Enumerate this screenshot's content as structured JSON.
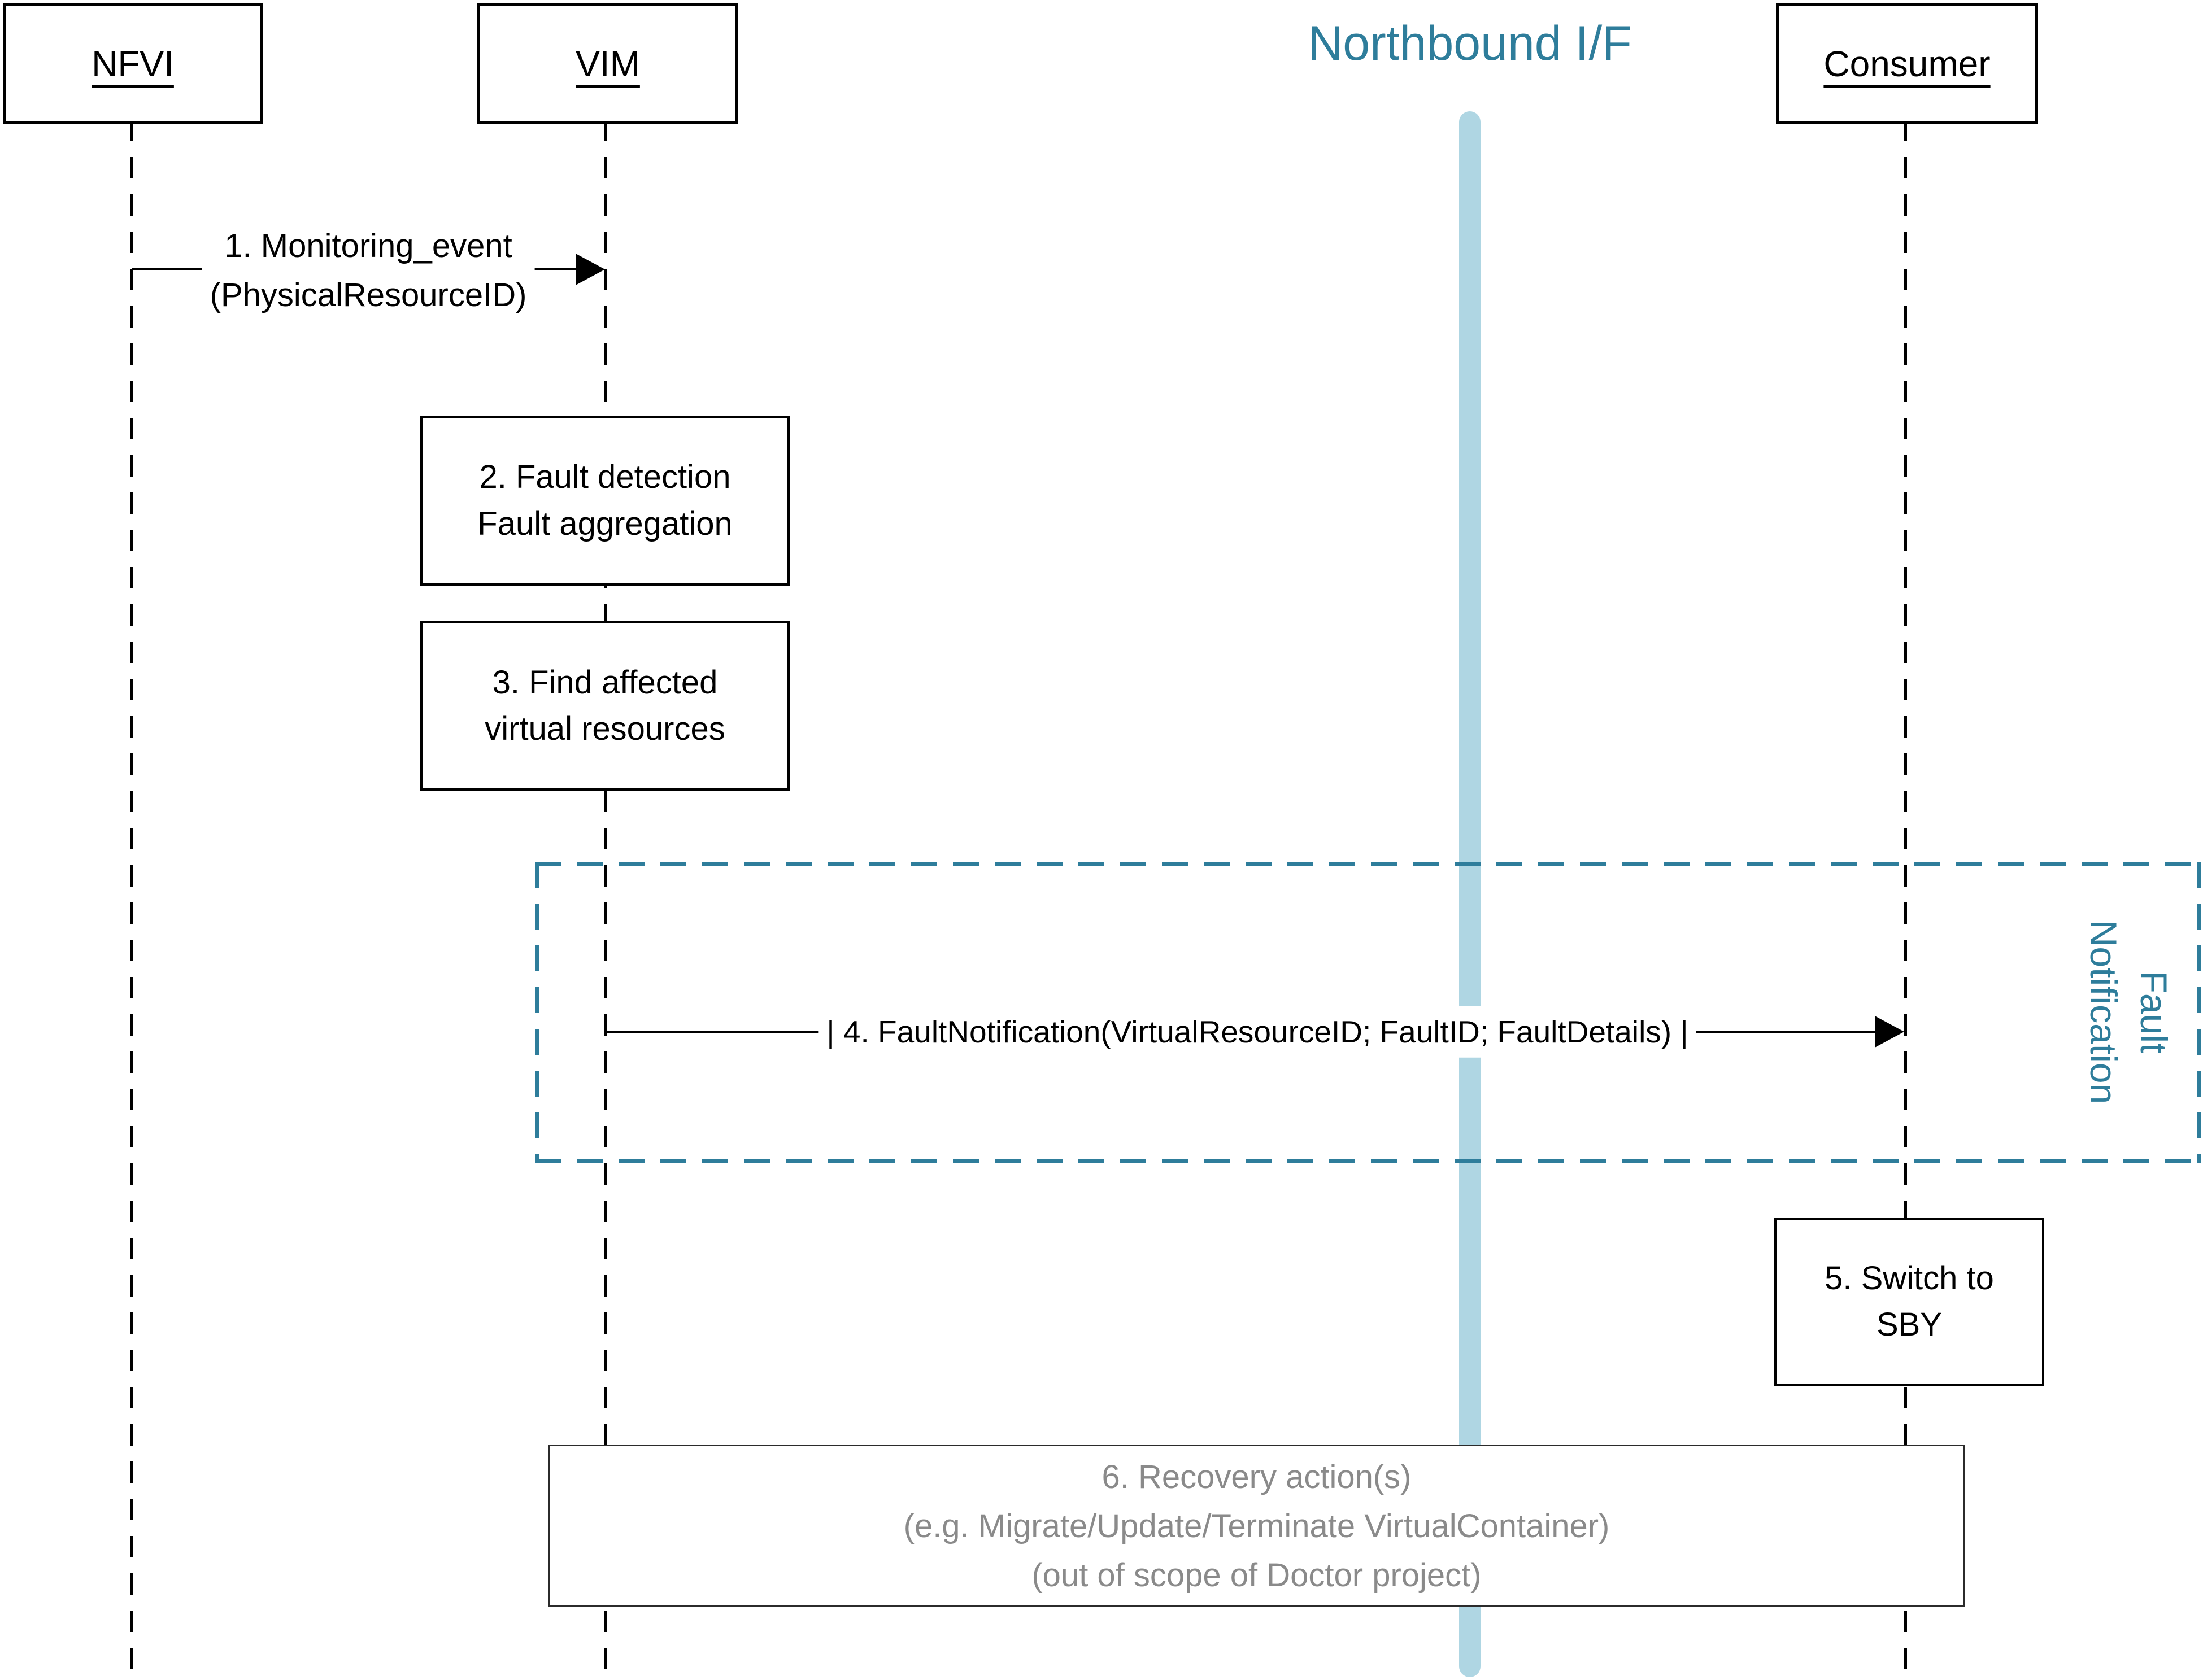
{
  "diagram": {
    "title": "Northbound I/F",
    "actors": [
      {
        "label": "NFVI"
      },
      {
        "label": "VIM"
      },
      {
        "label": "Consumer"
      }
    ],
    "frame": {
      "label_line1": "Fault",
      "label_line2": "Notification"
    },
    "messages": {
      "msg1": {
        "line1": "1. Monitoring_event",
        "line2": "(PhysicalResourceID)"
      },
      "msg4": {
        "label": "| 4. FaultNotification(VirtualResourceID; FaultID; FaultDetails) |"
      }
    },
    "boxes": {
      "box2": {
        "line1": "2. Fault detection",
        "line2": "Fault aggregation"
      },
      "box3": {
        "line1": "3. Find affected",
        "line2": "virtual resources"
      },
      "box5": {
        "line1": "5. Switch to",
        "line2": "SBY"
      },
      "box6": {
        "line1": "6. Recovery action(s)",
        "line2": "(e.g. Migrate/Update/Terminate VirtualContainer)",
        "line3": "(out of scope of Doctor project)"
      }
    },
    "colors": {
      "teal_accent": "#2E7D9B",
      "northbound_band": "#AFD6E3",
      "gray_text": "#8A8A8A",
      "line_black": "#000000"
    }
  }
}
